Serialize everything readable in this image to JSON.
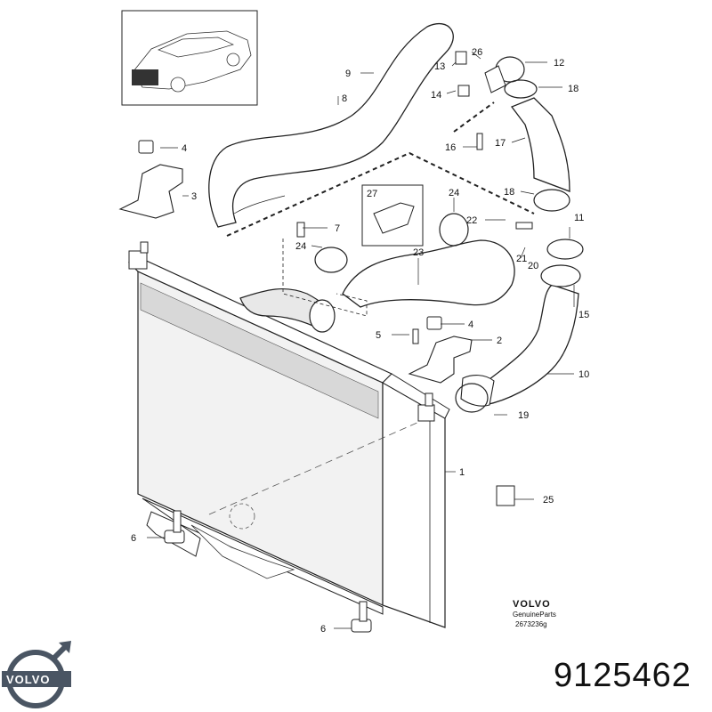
{
  "callouts": [
    {
      "id": "c1",
      "label": "1"
    },
    {
      "id": "c2",
      "label": "2"
    },
    {
      "id": "c3",
      "label": "3"
    },
    {
      "id": "c4a",
      "label": "4"
    },
    {
      "id": "c4b",
      "label": "4"
    },
    {
      "id": "c5",
      "label": "5"
    },
    {
      "id": "c6a",
      "label": "6"
    },
    {
      "id": "c6b",
      "label": "6"
    },
    {
      "id": "c7",
      "label": "7"
    },
    {
      "id": "c8",
      "label": "8"
    },
    {
      "id": "c9",
      "label": "9"
    },
    {
      "id": "c10",
      "label": "10"
    },
    {
      "id": "c11",
      "label": "11"
    },
    {
      "id": "c12",
      "label": "12"
    },
    {
      "id": "c13",
      "label": "13"
    },
    {
      "id": "c14",
      "label": "14"
    },
    {
      "id": "c15",
      "label": "15"
    },
    {
      "id": "c16",
      "label": "16"
    },
    {
      "id": "c17",
      "label": "17"
    },
    {
      "id": "c18a",
      "label": "18"
    },
    {
      "id": "c18b",
      "label": "18"
    },
    {
      "id": "c19",
      "label": "19"
    },
    {
      "id": "c20",
      "label": "20"
    },
    {
      "id": "c21",
      "label": "21"
    },
    {
      "id": "c22",
      "label": "22"
    },
    {
      "id": "c23",
      "label": "23"
    },
    {
      "id": "c24a",
      "label": "24"
    },
    {
      "id": "c24b",
      "label": "24"
    },
    {
      "id": "c25",
      "label": "25"
    },
    {
      "id": "c26",
      "label": "26"
    },
    {
      "id": "c27",
      "label": "27"
    }
  ],
  "brand": {
    "name": "VOLVO",
    "genuine": "GenuineParts",
    "ref": "2673236g"
  },
  "logo": {
    "text": "VOLVO",
    "color": "#4a5563"
  },
  "part_number": "9125462"
}
